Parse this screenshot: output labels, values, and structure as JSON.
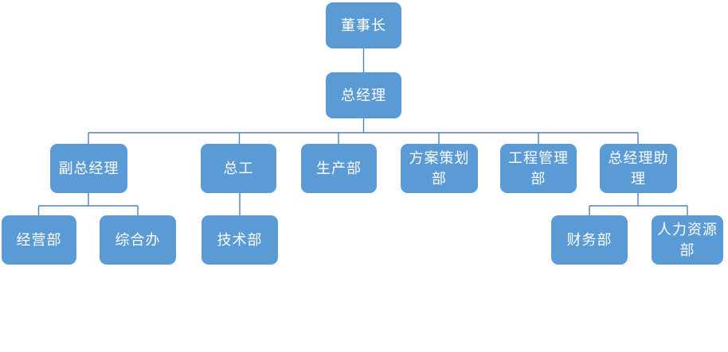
{
  "diagram": {
    "type": "org-chart",
    "background_color": "#ffffff",
    "node_fill_color": "#5b9bd5",
    "node_text_color": "#ffffff",
    "connector_color": "#4f81bd",
    "nodes": [
      {
        "id": "chairman",
        "label": "董事长",
        "parent": null
      },
      {
        "id": "general-manager",
        "label": "总经理",
        "parent": "chairman"
      },
      {
        "id": "deputy-general-manager",
        "label": "副总经理",
        "parent": "general-manager"
      },
      {
        "id": "chief-engineer",
        "label": "总工",
        "parent": "general-manager"
      },
      {
        "id": "production-dept",
        "label": "生产部",
        "parent": "general-manager"
      },
      {
        "id": "planning-dept",
        "label": "方案策划部",
        "parent": "general-manager"
      },
      {
        "id": "engineering-management-dept",
        "label": "工程管理部",
        "parent": "general-manager"
      },
      {
        "id": "gm-assistant",
        "label": "总经理助理",
        "parent": "general-manager"
      },
      {
        "id": "operations-dept",
        "label": "经营部",
        "parent": "deputy-general-manager"
      },
      {
        "id": "general-office",
        "label": "综合办",
        "parent": "deputy-general-manager"
      },
      {
        "id": "technical-dept",
        "label": "技术部",
        "parent": "chief-engineer"
      },
      {
        "id": "finance-dept",
        "label": "财务部",
        "parent": "gm-assistant"
      },
      {
        "id": "hr-dept",
        "label": "人力资源部",
        "parent": "gm-assistant"
      }
    ]
  }
}
